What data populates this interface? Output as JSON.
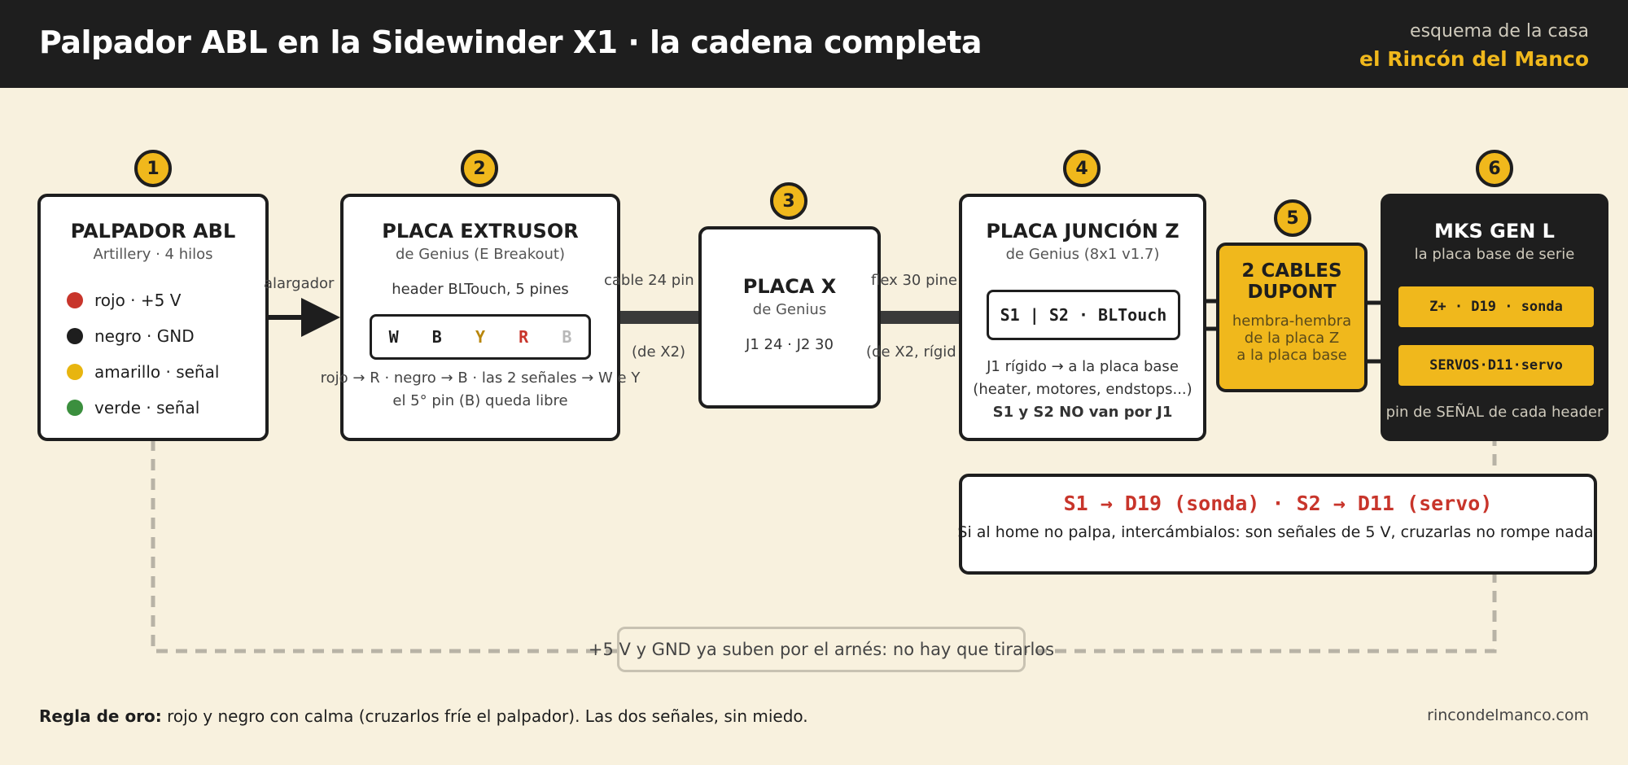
{
  "header": {
    "title": "Palpador ABL en la Sidewinder X1 · la cadena completa",
    "kicker": "esquema de la casa",
    "brand": "el Rincón del Manco"
  },
  "steps": [
    "1",
    "2",
    "3",
    "4",
    "5",
    "6"
  ],
  "probe": {
    "title": "PALPADOR ABL",
    "subtitle": "Artillery · 4 hilos",
    "wires": [
      {
        "label": "rojo · +5 V",
        "color": "#c8352b"
      },
      {
        "label": "negro · GND",
        "color": "#1e1e1e"
      },
      {
        "label": "amarillo · señal",
        "color": "#e8b50f"
      },
      {
        "label": "verde · señal",
        "color": "#3b8f3e"
      }
    ]
  },
  "extruder": {
    "title": "PLACA EXTRUSOR",
    "subtitle": "de Genius (E Breakout)",
    "header_label": "header BLTouch, 5 pines",
    "pins": [
      {
        "label": "W",
        "color": "#1e1e1e"
      },
      {
        "label": "B",
        "color": "#1e1e1e"
      },
      {
        "label": "Y",
        "color": "#b8860b"
      },
      {
        "label": "R",
        "color": "#c8352b"
      },
      {
        "label": "B",
        "color": "#b8b8b8"
      }
    ],
    "note1": "rojo → R · negro → B · las 2 señales → W e Y",
    "note2": "el 5° pin (B) queda libre"
  },
  "placa_x": {
    "title": "PLACA X",
    "subtitle": "de Genius",
    "note": "J1 24 · J2 30"
  },
  "junction": {
    "title": "PLACA JUNCIÓN Z",
    "subtitle": "de Genius (8x1 v1.7)",
    "header": "S1 | S2 · BLTouch",
    "note1": "J1 rígido → a la placa base",
    "note2": "(heater, motores, endstops...)",
    "note3": "S1 y S2 NO van por J1"
  },
  "dupont": {
    "title1": "2 CABLES",
    "title2": "DUPONT",
    "note1": "hembra-hembra",
    "note2": "de la placa Z",
    "note3": "a la placa base"
  },
  "mks": {
    "title": "MKS GEN L",
    "subtitle": "la placa base de serie",
    "chip1": "Z+ · D19 · sonda",
    "chip2": "SERVOS·D11·servo",
    "note": "pin de SEÑAL de cada header"
  },
  "connectors": {
    "alargador": "alargador",
    "cable24": "cable 24 pin",
    "dex2_a": "(de X2)",
    "flex30": "flex 30 pine",
    "dex2_b": "(de X2, rígid"
  },
  "mapping": {
    "main": "S1 → D19 (sonda) · S2 → D11 (servo)",
    "note": "Si al home no palpa, intercámbialos: son señales de 5 V, cruzarlas no rompe nada."
  },
  "harness_note": "+5 V y GND ya suben por el arnés: no hay que tirarlos",
  "footer": {
    "rule_label": "Regla de oro:",
    "rule_text": " rojo y negro con calma (cruzarlos fríe el palpador). Las dos señales, sin miedo.",
    "site": "rincondelmanco.com"
  },
  "colors": {
    "accent": "#f0b81c",
    "dark": "#1e1e1e",
    "background": "#f8f1de",
    "mapping_red": "#c8352b"
  }
}
